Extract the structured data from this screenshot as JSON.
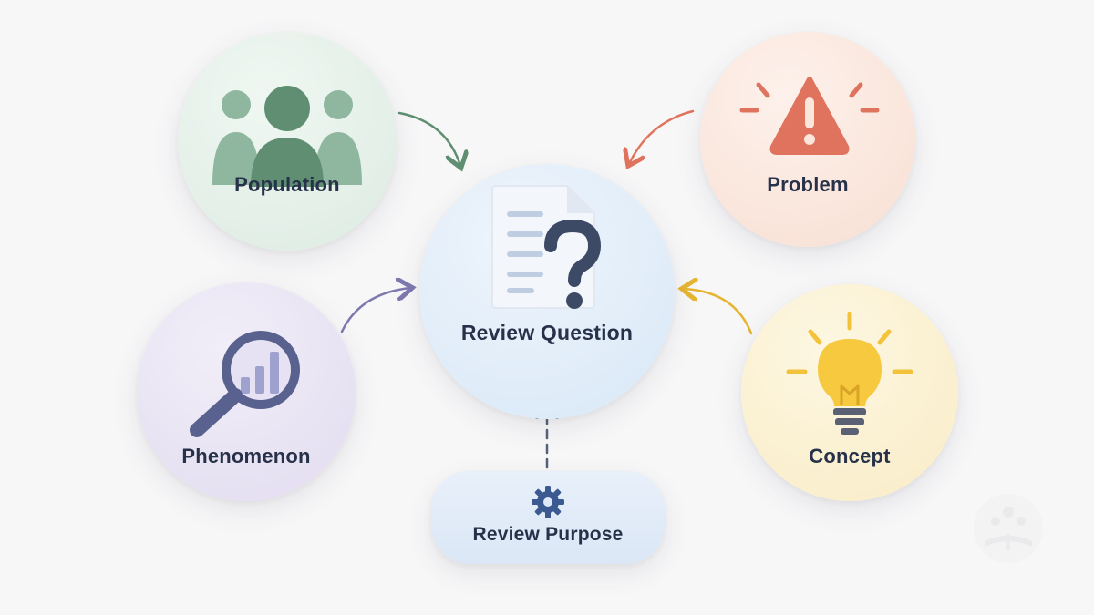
{
  "nodes": {
    "population": {
      "label": "Population",
      "fill": "#e4efe8",
      "accent": "#5f8e72"
    },
    "problem": {
      "label": "Problem",
      "fill": "#fbe6dc",
      "accent": "#e0735e"
    },
    "phenomenon": {
      "label": "Phenomenon",
      "fill": "#e7e2f3",
      "accent": "#59618f"
    },
    "concept": {
      "label": "Concept",
      "fill": "#fbf0cf",
      "accent": "#f2c23a"
    },
    "review_question": {
      "label": "Review Question",
      "fill": "#deebf8",
      "accent": "#3d4a66"
    },
    "review_purpose": {
      "label": "Review Purpose",
      "fill": "#dfeaf8",
      "accent": "#3b5a92"
    }
  }
}
